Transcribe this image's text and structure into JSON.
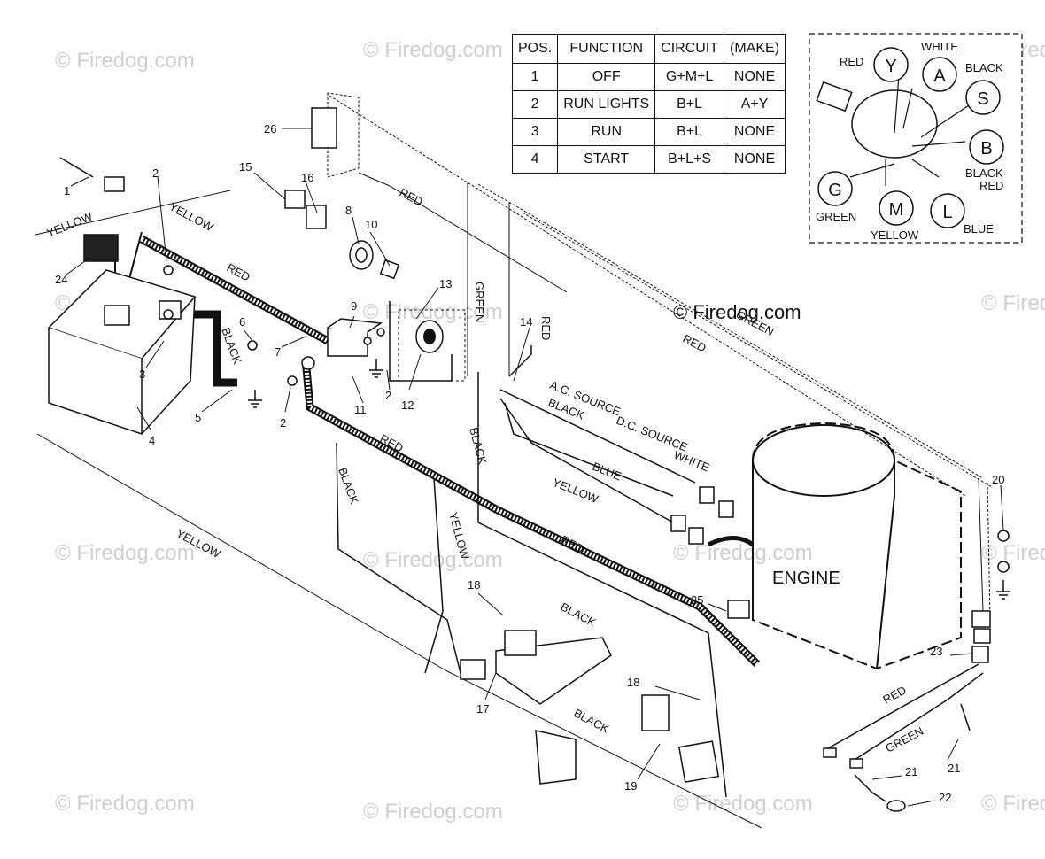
{
  "watermark": "© Firedog.com",
  "center_copyright": "© Firedog.com",
  "switch_table": {
    "headers": [
      "POS.",
      "FUNCTION",
      "CIRCUIT",
      "(MAKE)"
    ],
    "rows": [
      [
        "1",
        "OFF",
        "G+M+L",
        "NONE"
      ],
      [
        "2",
        "RUN LIGHTS",
        "B+L",
        "A+Y"
      ],
      [
        "3",
        "RUN",
        "B+L",
        "NONE"
      ],
      [
        "4",
        "START",
        "B+L+S",
        "NONE"
      ]
    ]
  },
  "ignition_switch": {
    "terminals": [
      {
        "letter": "Y",
        "color": "RED"
      },
      {
        "letter": "A",
        "color": "WHITE"
      },
      {
        "letter": "S",
        "color": "BLACK"
      },
      {
        "letter": "B",
        "color": "BLACK RED"
      },
      {
        "letter": "L",
        "color": "BLUE"
      },
      {
        "letter": "M",
        "color": "YELLOW"
      },
      {
        "letter": "G",
        "color": "GREEN"
      }
    ]
  },
  "wire_labels": {
    "yellow": "YELLOW",
    "red": "RED",
    "black": "BLACK",
    "green": "GREEN",
    "blue": "BLUE",
    "white": "WHITE",
    "ac_source": "A.C. SOURCE",
    "dc_source": "D.C. SOURCE"
  },
  "engine_label": "ENGINE",
  "part_numbers": [
    "1",
    "2",
    "3",
    "4",
    "5",
    "6",
    "7",
    "8",
    "9",
    "10",
    "11",
    "12",
    "13",
    "14",
    "15",
    "16",
    "17",
    "18",
    "19",
    "20",
    "21",
    "22",
    "23",
    "24",
    "25",
    "26"
  ],
  "colors": {
    "line": "#111111",
    "watermark": "#cfcfcf",
    "background": "#ffffff"
  }
}
